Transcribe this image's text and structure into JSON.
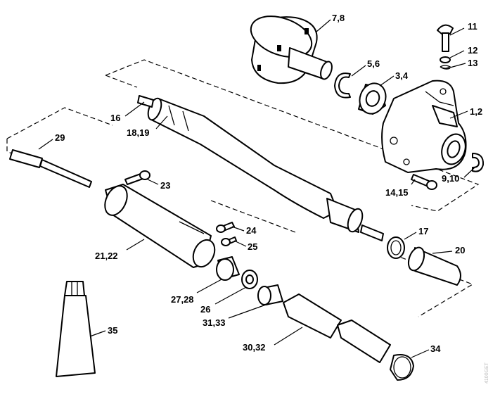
{
  "labels": {
    "p7_8": "7,8",
    "p11": "11",
    "p12": "12",
    "p13": "13",
    "p5_6": "5,6",
    "p3_4": "3,4",
    "p1_2": "1,2",
    "p16": "16",
    "p18_19": "18,19",
    "p29": "29",
    "p23": "23",
    "p9_10": "9,10",
    "p14_15": "14,15",
    "p24": "24",
    "p25": "25",
    "p17": "17",
    "p20": "20",
    "p21_22": "21,22",
    "p27_28": "27,28",
    "p26": "26",
    "p31_33": "31,33",
    "p35": "35",
    "p30_32": "30,32",
    "p34": "34"
  },
  "watermark": "4100GET"
}
